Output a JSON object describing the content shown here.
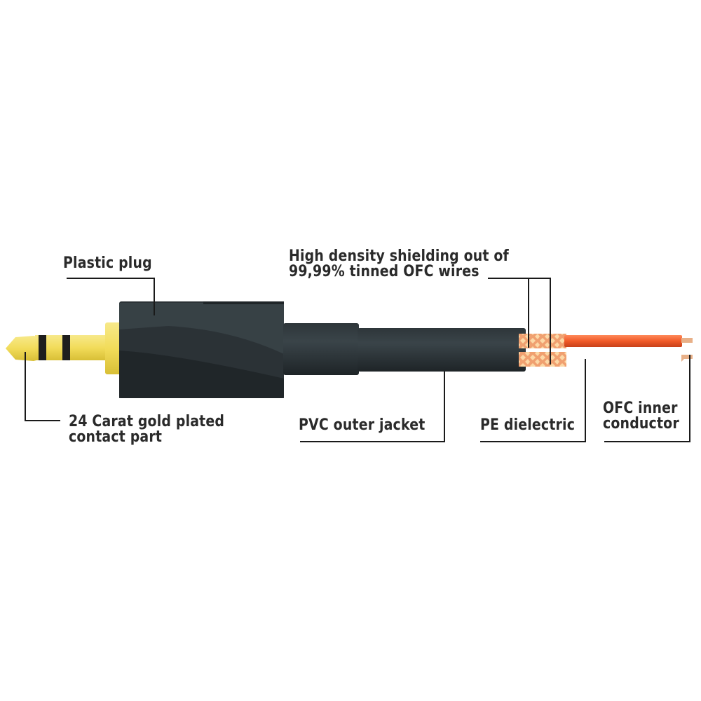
{
  "diagram": {
    "subject": "3.5 mm stereo jack audio cable cross-section",
    "labels": {
      "plastic_plug": "Plastic plug",
      "gold_contact_line1": "24 Carat gold plated",
      "gold_contact_line2": "contact part",
      "shielding_line1": "High density shielding out of",
      "shielding_line2": "99,99% tinned OFC wires",
      "pvc_jacket": "PVC outer jacket",
      "pe_dielectric": "PE dielectric",
      "inner_conductor_line1": "OFC inner",
      "inner_conductor_line2": "conductor"
    },
    "colors": {
      "gold": "#f2dc5a",
      "gold_dark": "#d9c13a",
      "plug_body": "#2b3236",
      "plug_highlight": "#3c464b",
      "jacket": "#262c30",
      "braid": "#f0a070",
      "braid_light": "#fbd9a8",
      "dielectric": "#f05a28",
      "conductor": "#e8a878",
      "line": "#1a1a1a",
      "text": "#2a2a2a"
    }
  }
}
